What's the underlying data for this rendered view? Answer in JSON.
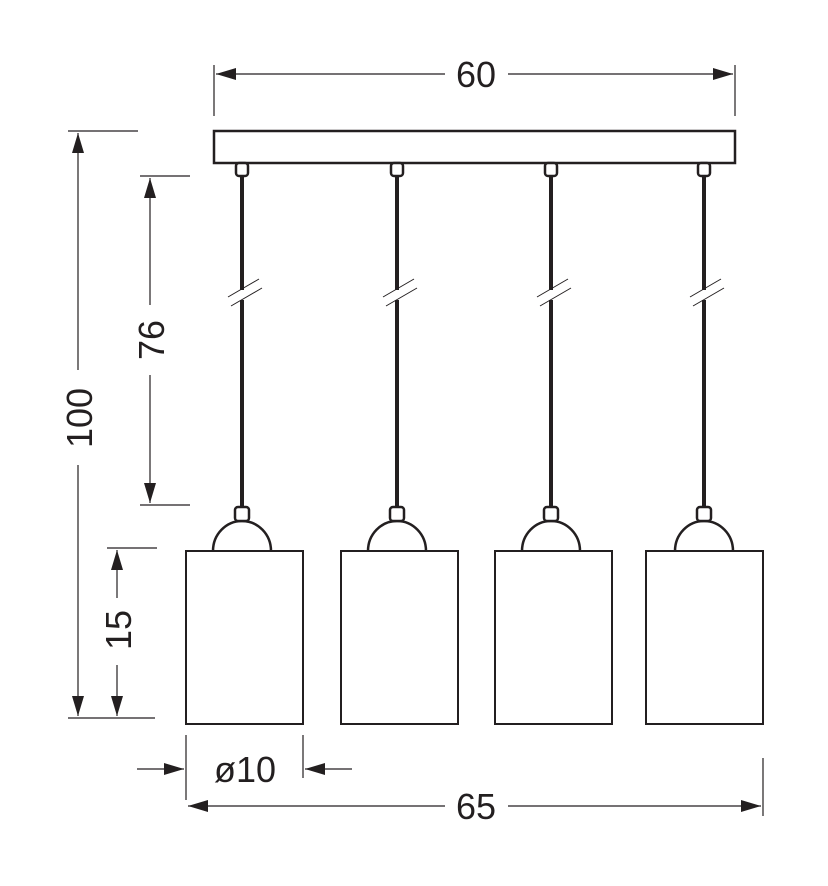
{
  "dimensions": {
    "width_canopy": "60",
    "height_total": "100",
    "cord_length": "76",
    "shade_height": "15",
    "shade_diameter": "ø10",
    "width_total": "65"
  },
  "lamp_count": 4,
  "colors": {
    "line": "#231f20",
    "background": "#ffffff"
  }
}
